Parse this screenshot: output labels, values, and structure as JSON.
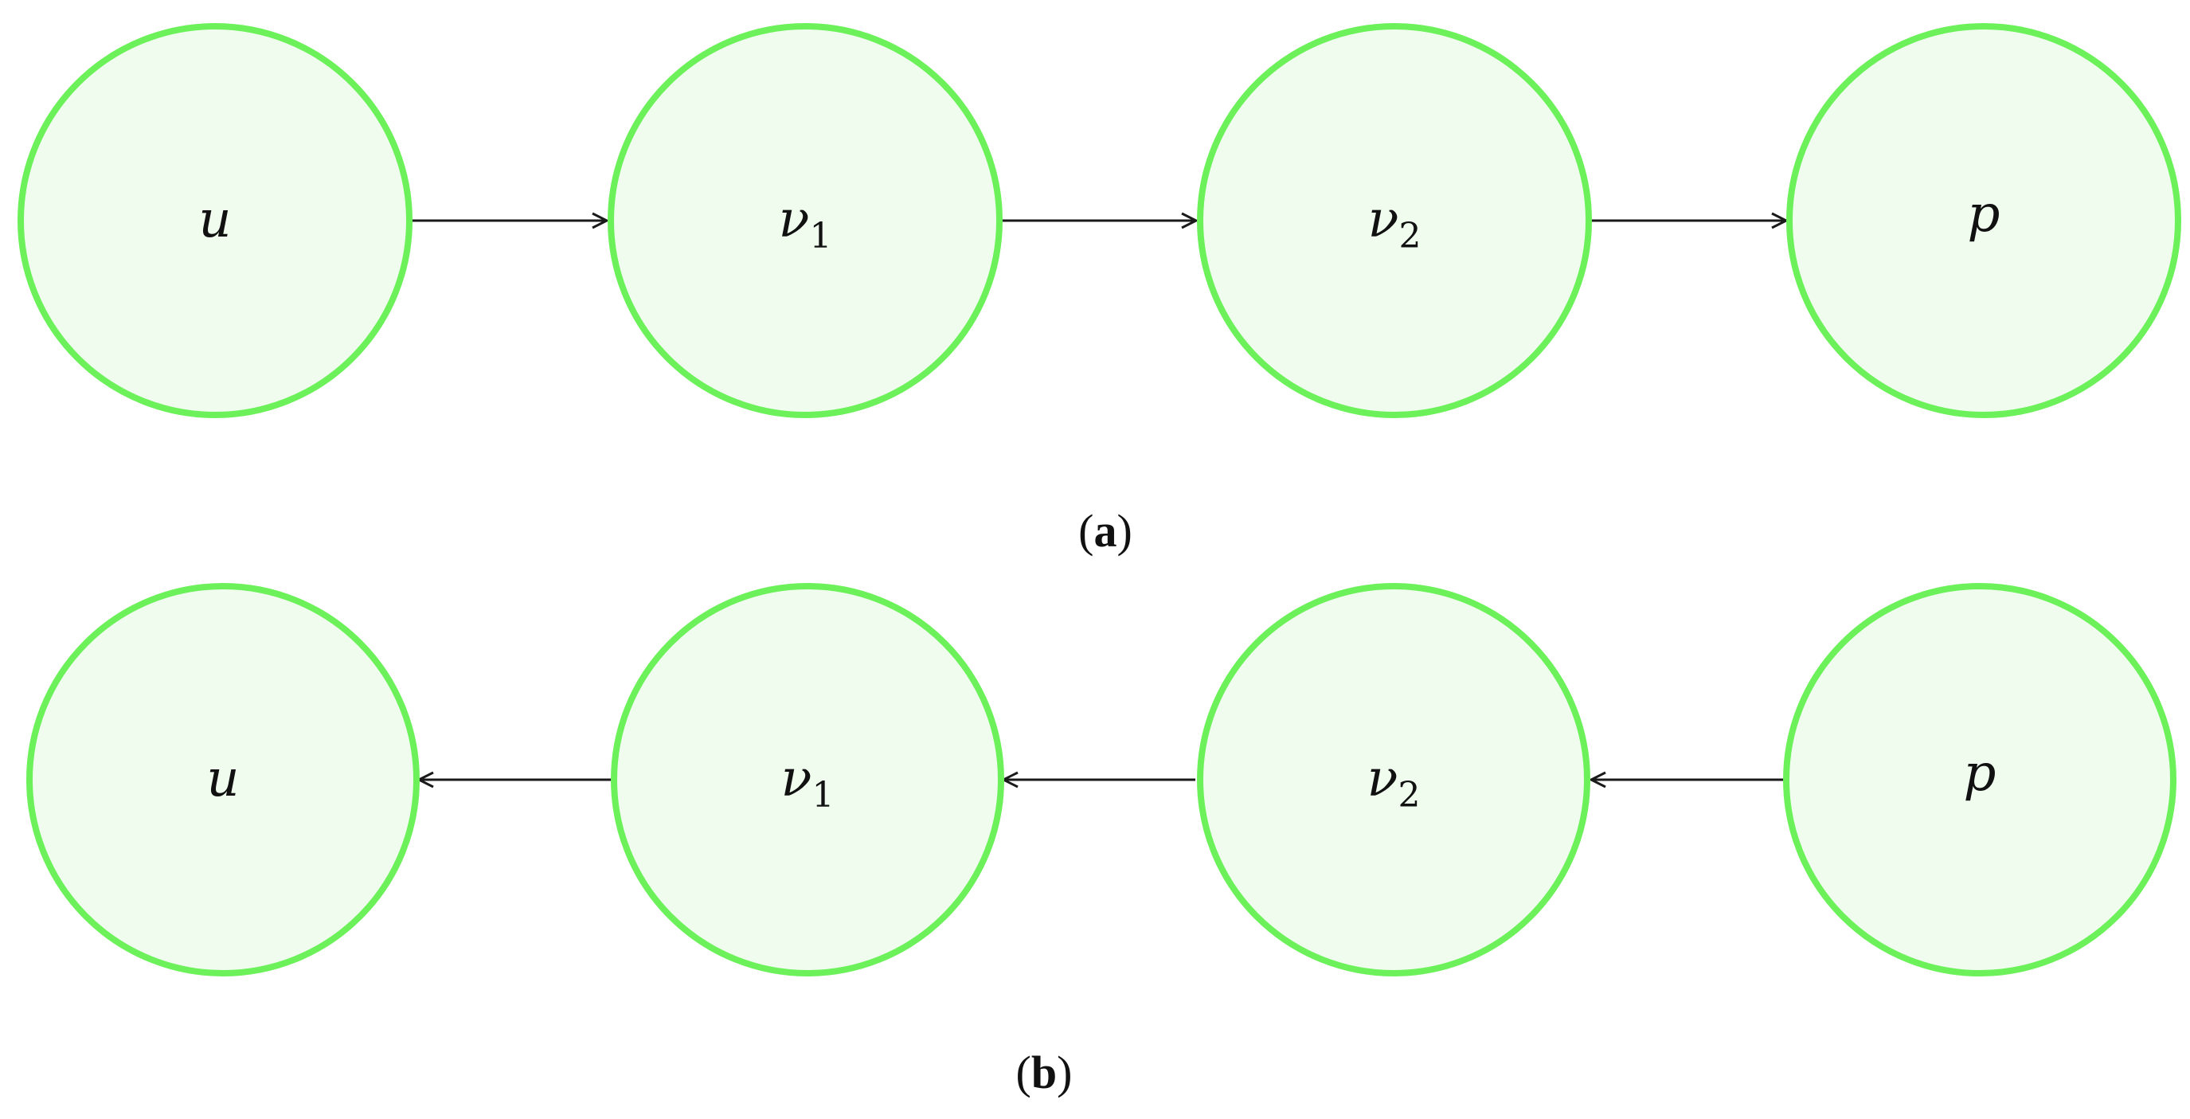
{
  "colors": {
    "node_fill": "#effcee",
    "node_stroke": "#6cf15a",
    "edge": "#1a1a1a"
  },
  "panels": [
    {
      "id": "a",
      "caption": {
        "open": "(",
        "letter": "a",
        "close": ")"
      },
      "edge_direction": "left-to-right",
      "nodes": [
        {
          "symbol": "u",
          "subscript": ""
        },
        {
          "symbol": "ν",
          "subscript": "1"
        },
        {
          "symbol": "ν",
          "subscript": "2"
        },
        {
          "symbol": "p",
          "subscript": ""
        }
      ]
    },
    {
      "id": "b",
      "caption": {
        "open": "(",
        "letter": "b",
        "close": ")"
      },
      "edge_direction": "right-to-left",
      "nodes": [
        {
          "symbol": "u",
          "subscript": ""
        },
        {
          "symbol": "ν",
          "subscript": "1"
        },
        {
          "symbol": "ν",
          "subscript": "2"
        },
        {
          "symbol": "p",
          "subscript": ""
        }
      ]
    }
  ]
}
